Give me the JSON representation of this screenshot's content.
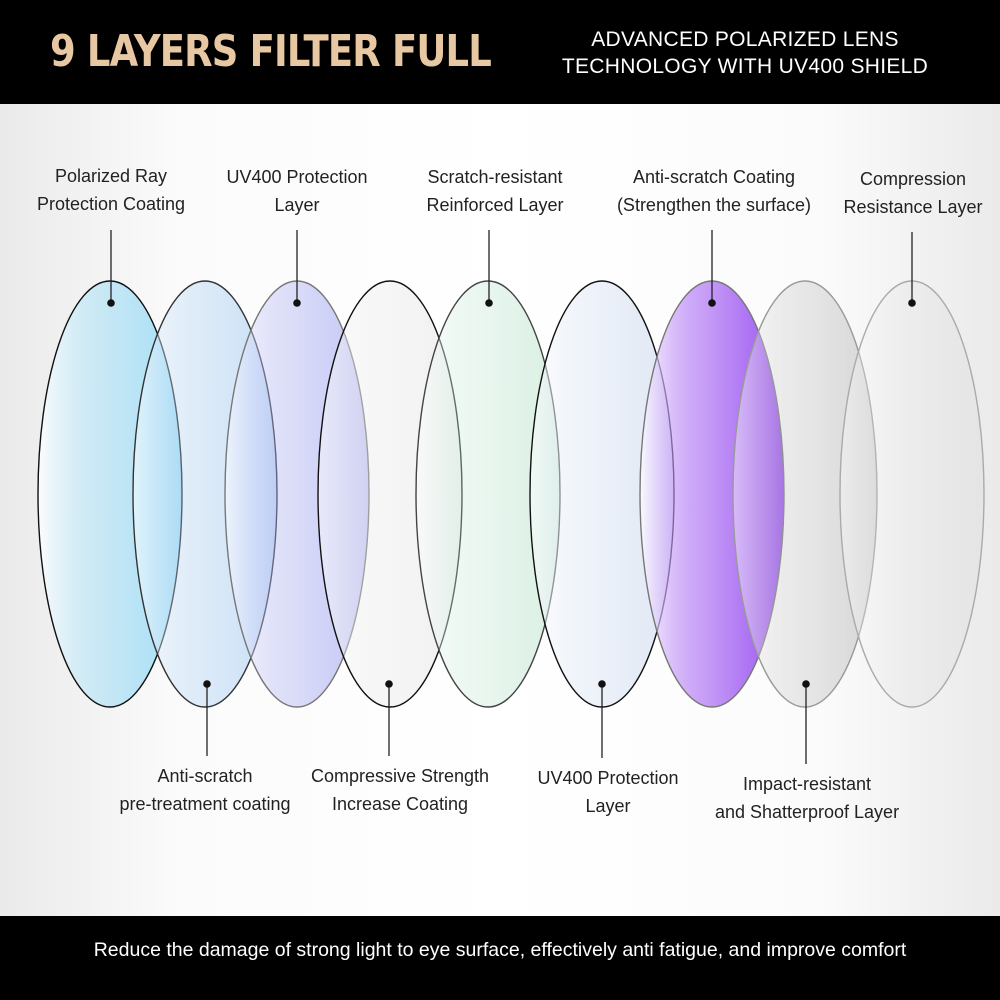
{
  "header": {
    "title": "9 LAYERS FILTER FULL",
    "tagline_line1": "ADVANCED POLARIZED LENS",
    "tagline_line2": "TECHNOLOGY WITH UV400 SHIELD",
    "title_color": "#e8c8a2"
  },
  "layers_top": [
    {
      "line1": "Polarized Ray",
      "line2": "Protection Coating"
    },
    {
      "line1": "UV400 Protection",
      "line2": "Layer"
    },
    {
      "line1": "Scratch-resistant",
      "line2": "Reinforced Layer"
    },
    {
      "line1": "Anti-scratch Coating",
      "line2": "(Strengthen the surface)"
    },
    {
      "line1": "Compression",
      "line2": "Resistance Layer"
    }
  ],
  "layers_bottom": [
    {
      "line1": "Anti-scratch",
      "line2": "pre-treatment coating"
    },
    {
      "line1": "Compressive Strength",
      "line2": "Increase Coating"
    },
    {
      "line1": "UV400 Protection",
      "line2": "Layer"
    },
    {
      "line1": "Impact-resistant",
      "line2": "and Shatterproof Layer"
    }
  ],
  "lens_colors": [
    "#9fdcf5",
    "#a6cdf2",
    "#9a9ff0",
    "#e4e4e6",
    "#bfe5d0",
    "#ccd9ef",
    "#8a33f0",
    "#b6b6b8",
    "#dcdcdc"
  ],
  "footer": {
    "text": "Reduce the damage of strong light to eye surface, effectively anti fatigue, and improve comfort"
  }
}
